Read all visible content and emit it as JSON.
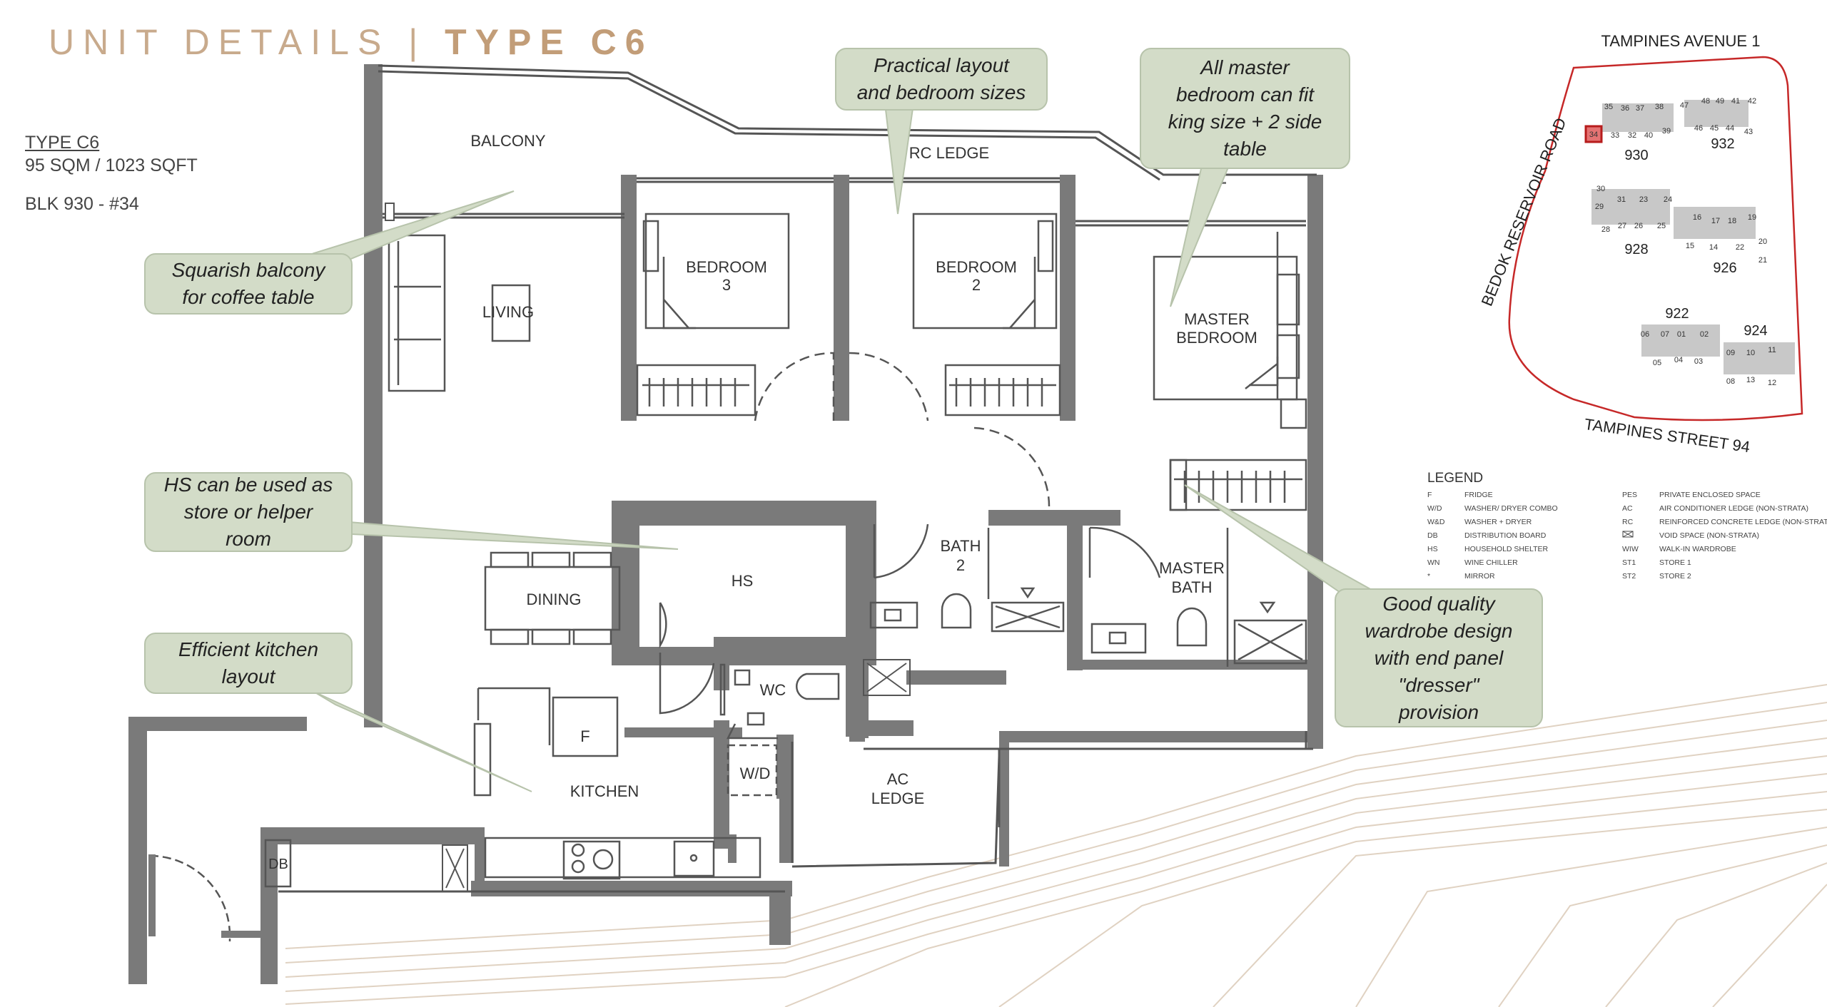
{
  "header": {
    "title_main": "UNIT DETAILS",
    "separator": "|",
    "title_type": "TYPE C6"
  },
  "unit": {
    "type": "TYPE C6",
    "area": "95 SQM / 1023 SQFT",
    "block": "BLK 930 - #34"
  },
  "rooms": {
    "balcony": "BALCONY",
    "living": "LIVING",
    "rc_ledge": "RC LEDGE",
    "bedroom3_a": "BEDROOM",
    "bedroom3_b": "3",
    "bedroom2_a": "BEDROOM",
    "bedroom2_b": "2",
    "master_a": "MASTER",
    "master_b": "BEDROOM",
    "bath2_a": "BATH",
    "bath2_b": "2",
    "mbath_a": "MASTER",
    "mbath_b": "BATH",
    "hs": "HS",
    "dining": "DINING",
    "wc": "WC",
    "fridge": "F",
    "wd": "W/D",
    "kitchen": "KITCHEN",
    "ac_a": "AC",
    "ac_b": "LEDGE",
    "db": "DB"
  },
  "callouts": {
    "balcony": [
      "Squarish balcony",
      "for coffee table"
    ],
    "layout": [
      "Practical layout",
      "and bedroom sizes"
    ],
    "master": [
      "All master",
      "bedroom can fit",
      "king size + 2 side",
      "table"
    ],
    "hs": [
      "HS can be used as",
      "store or helper",
      "room"
    ],
    "kitchen": [
      "Efficient kitchen",
      "layout"
    ],
    "wardrobe": [
      "Good quality",
      "wardrobe design",
      "with end panel",
      "\"dresser\"",
      "provision"
    ]
  },
  "site_plan": {
    "roads": {
      "top": "TAMPINES AVENUE 1",
      "left": "BEDOK RESERVOIR ROAD",
      "bottom": "TAMPINES STREET 94"
    },
    "blocks": {
      "b930": "930",
      "b932": "932",
      "b928": "928",
      "b926": "926",
      "b922": "922",
      "b924": "924"
    },
    "units": [
      "35",
      "36",
      "37",
      "38",
      "47",
      "48",
      "49",
      "41",
      "42",
      "34",
      "33",
      "32",
      "40",
      "39",
      "46",
      "45",
      "44",
      "43",
      "30",
      "29",
      "31",
      "23",
      "24",
      "28",
      "27",
      "26",
      "25",
      "16",
      "17",
      "18",
      "19",
      "15",
      "14",
      "22",
      "20",
      "21",
      "06",
      "07",
      "01",
      "02",
      "05",
      "04",
      "03",
      "09",
      "10",
      "11",
      "08",
      "13",
      "12"
    ],
    "highlight_color": "#e57373"
  },
  "legend": {
    "title": "LEGEND",
    "left": [
      [
        "F",
        "FRIDGE"
      ],
      [
        "W/D",
        "WASHER/ DRYER COMBO"
      ],
      [
        "W&D",
        "WASHER + DRYER"
      ],
      [
        "DB",
        "DISTRIBUTION BOARD"
      ],
      [
        "HS",
        "HOUSEHOLD SHELTER"
      ],
      [
        "WN",
        "WINE CHILLER"
      ],
      [
        "*",
        "MIRROR"
      ]
    ],
    "right": [
      [
        "PES",
        "PRIVATE ENCLOSED SPACE"
      ],
      [
        "AC",
        "AIR CONDITIONER LEDGE (NON-STRATA)"
      ],
      [
        "RC",
        "REINFORCED CONCRETE LEDGE (NON-STRATA)"
      ],
      [
        "",
        "VOID SPACE (NON-STRATA)"
      ],
      [
        "WIW",
        "WALK-IN WARDROBE"
      ],
      [
        "ST1",
        "STORE 1"
      ],
      [
        "ST2",
        "STORE 2"
      ]
    ]
  },
  "colors": {
    "wall": "#7a7a7a",
    "title": "#c8aa8c",
    "callout_fill": "#d3dcc8",
    "boundary": "#c62828"
  }
}
